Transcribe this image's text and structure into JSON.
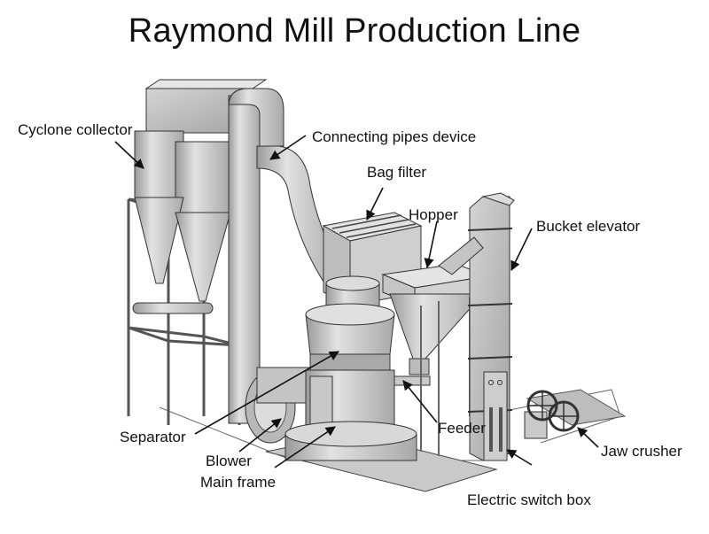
{
  "diagram": {
    "title": "Raymond Mill Production Line",
    "colors": {
      "background": "#ffffff",
      "metal_light": "#d9d9d9",
      "metal_mid": "#b5b5b5",
      "metal_dark": "#8a8a8a",
      "outline": "#3a3a3a",
      "arrow": "#111111",
      "text": "#111111"
    },
    "labels": [
      {
        "id": "cyclone-collector",
        "text": "Cyclone collector"
      },
      {
        "id": "connecting-pipes-device",
        "text": "Connecting pipes device"
      },
      {
        "id": "bag-filter",
        "text": "Bag filter"
      },
      {
        "id": "hopper",
        "text": "Hopper"
      },
      {
        "id": "bucket-elevator",
        "text": "Bucket elevator"
      },
      {
        "id": "separator",
        "text": "Separator"
      },
      {
        "id": "blower",
        "text": "Blower"
      },
      {
        "id": "main-frame",
        "text": "Main frame"
      },
      {
        "id": "feeder",
        "text": "Feeder"
      },
      {
        "id": "jaw-crusher",
        "text": "Jaw crusher"
      },
      {
        "id": "electric-switch-box",
        "text": "Electric switch box"
      }
    ]
  }
}
